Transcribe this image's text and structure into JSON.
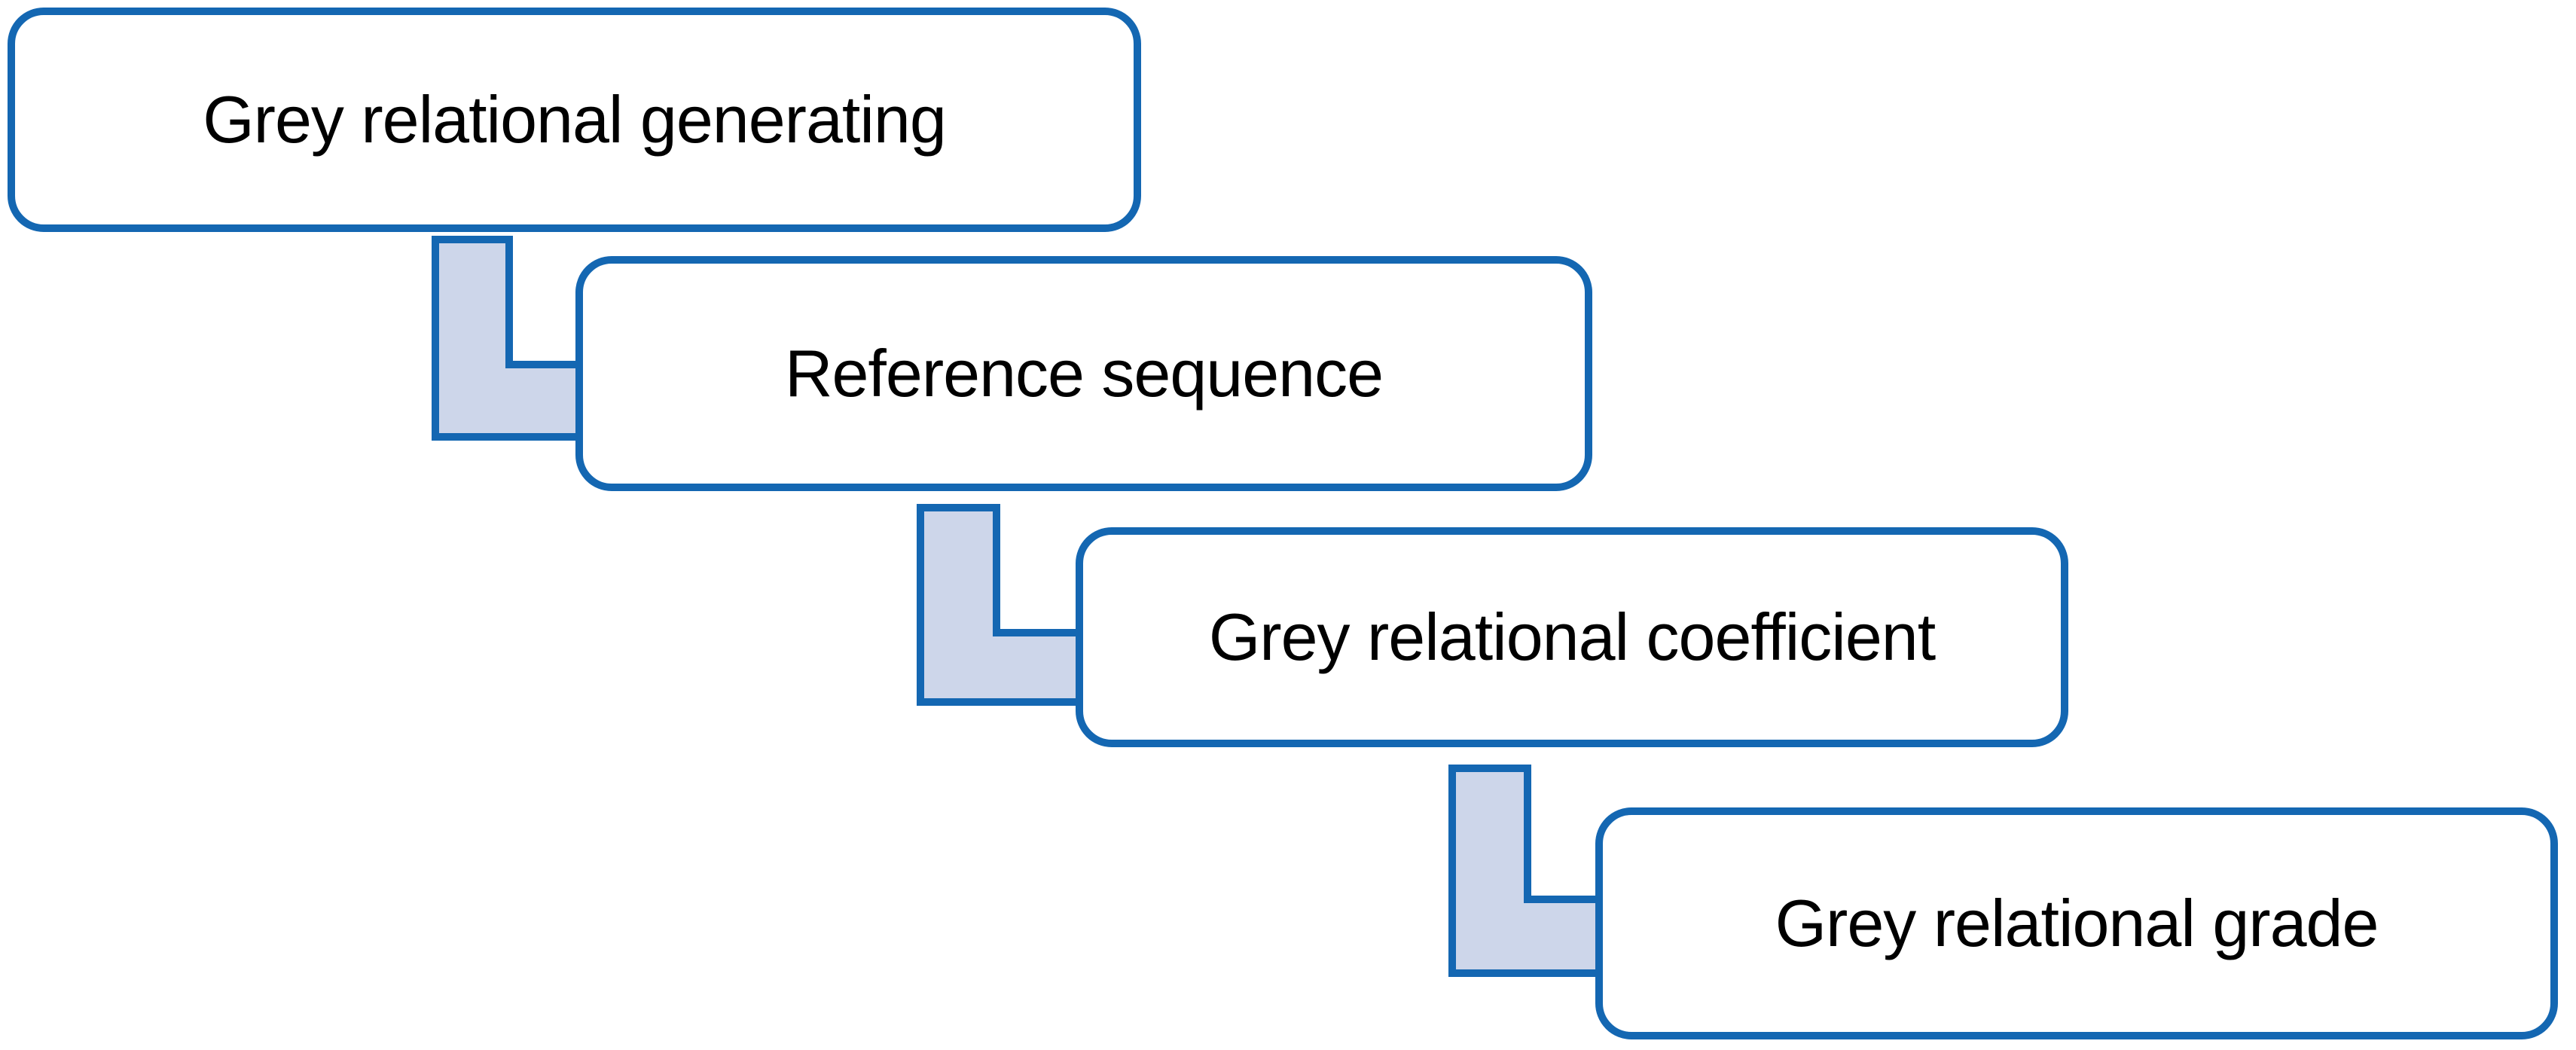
{
  "diagram": {
    "name": "grey-relational-analysis-flow",
    "steps": [
      {
        "label": "Grey relational generating"
      },
      {
        "label": "Reference sequence"
      },
      {
        "label": "Grey relational coefficient"
      },
      {
        "label": "Grey relational grade"
      }
    ]
  },
  "colors": {
    "box_border": "#1467B2",
    "box_fill": "#FFFFFF",
    "connector_fill": "#CDD6EA",
    "connector_border": "#1467B2",
    "label_text": "#000000",
    "background": "#FFFFFF"
  }
}
